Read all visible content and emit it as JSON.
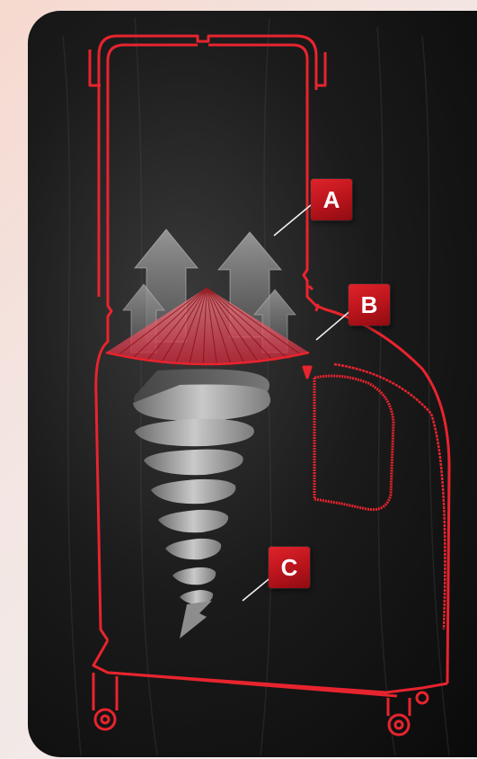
{
  "diagram": {
    "labels": [
      {
        "id": "A",
        "text": "A"
      },
      {
        "id": "B",
        "text": "B"
      },
      {
        "id": "C",
        "text": "C"
      }
    ]
  }
}
